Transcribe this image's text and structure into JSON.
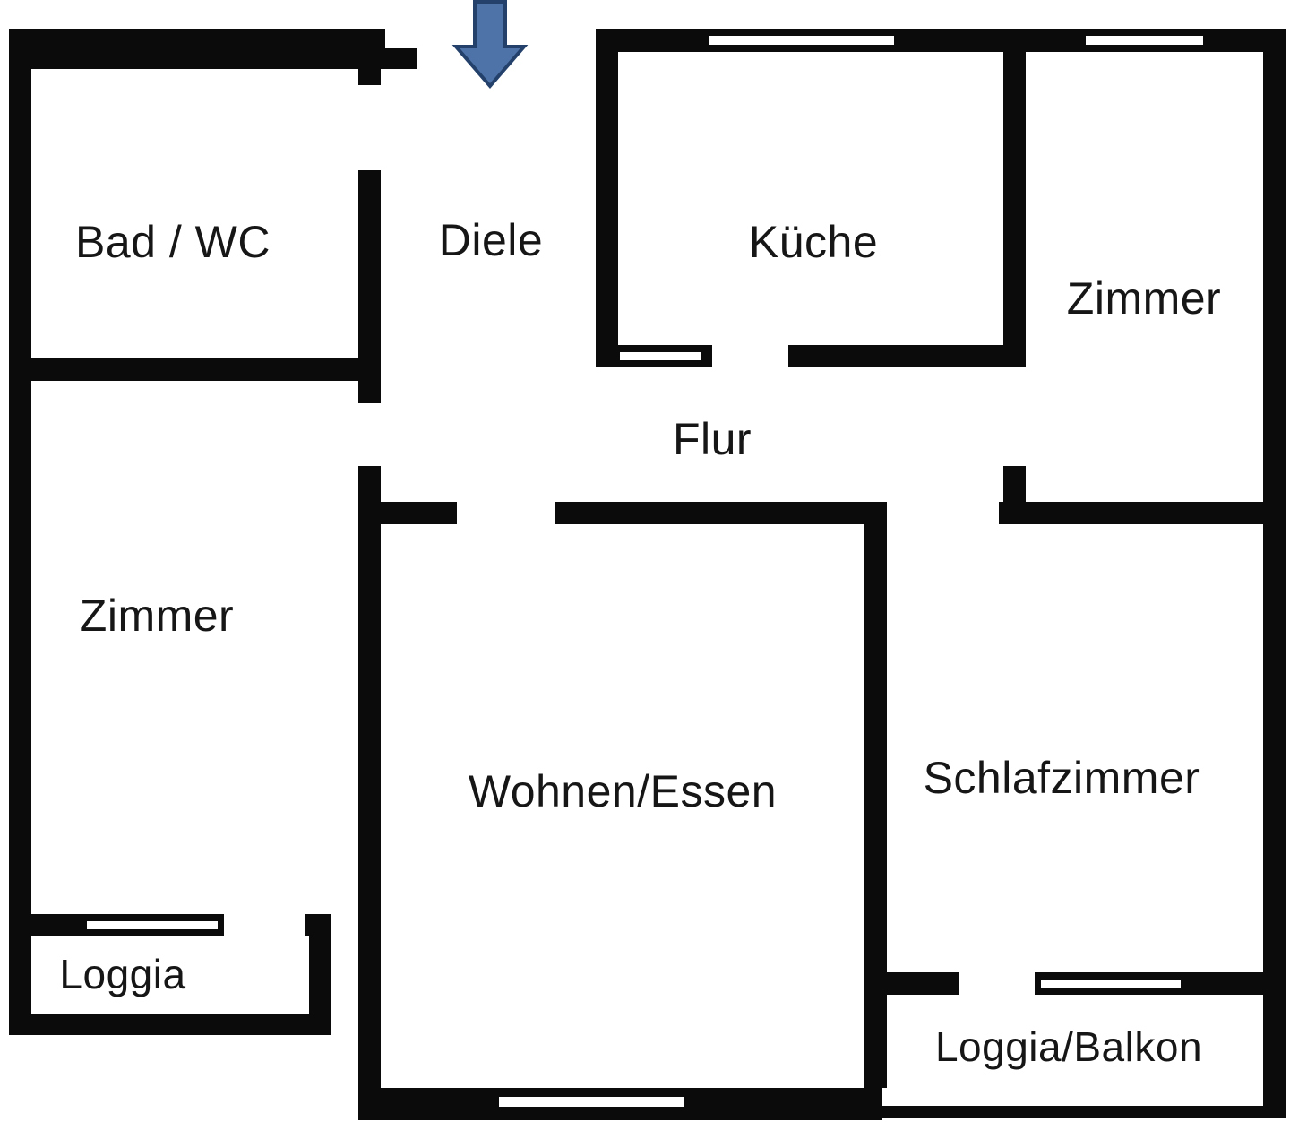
{
  "rooms": {
    "bad_wc": "Bad / WC",
    "diele": "Diele",
    "kueche": "Küche",
    "zimmer_top": "Zimmer",
    "flur": "Flur",
    "zimmer_left": "Zimmer",
    "wohnen_essen": "Wohnen/Essen",
    "schlafzimmer": "Schlafzimmer",
    "loggia": "Loggia",
    "loggia_balkon": "Loggia/Balkon"
  },
  "colors": {
    "wall": "#0b0b0b",
    "arrow_fill": "#4e73a8",
    "arrow_stroke": "#24416b",
    "background": "#ffffff"
  }
}
